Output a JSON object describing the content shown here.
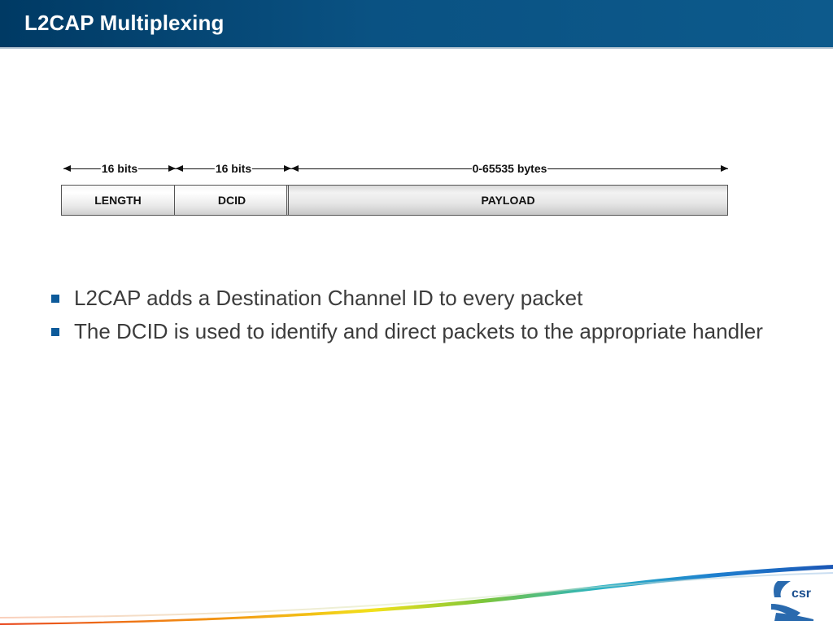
{
  "slide": {
    "title": "L2CAP Multiplexing"
  },
  "diagram": {
    "dimensions": [
      {
        "label": "16 bits"
      },
      {
        "label": "16 bits"
      },
      {
        "label": "0-65535 bytes"
      }
    ],
    "fields": [
      {
        "label": "LENGTH"
      },
      {
        "label": "DCID"
      },
      {
        "label": "PAYLOAD"
      }
    ]
  },
  "bullets": [
    {
      "text": "L2CAP adds a Destination Channel ID to every packet"
    },
    {
      "text": "The DCID is used to identify and direct packets to the appropriate handler"
    }
  ],
  "branding": {
    "logo_text": "csr",
    "brand_color": "#0d5a8c"
  }
}
